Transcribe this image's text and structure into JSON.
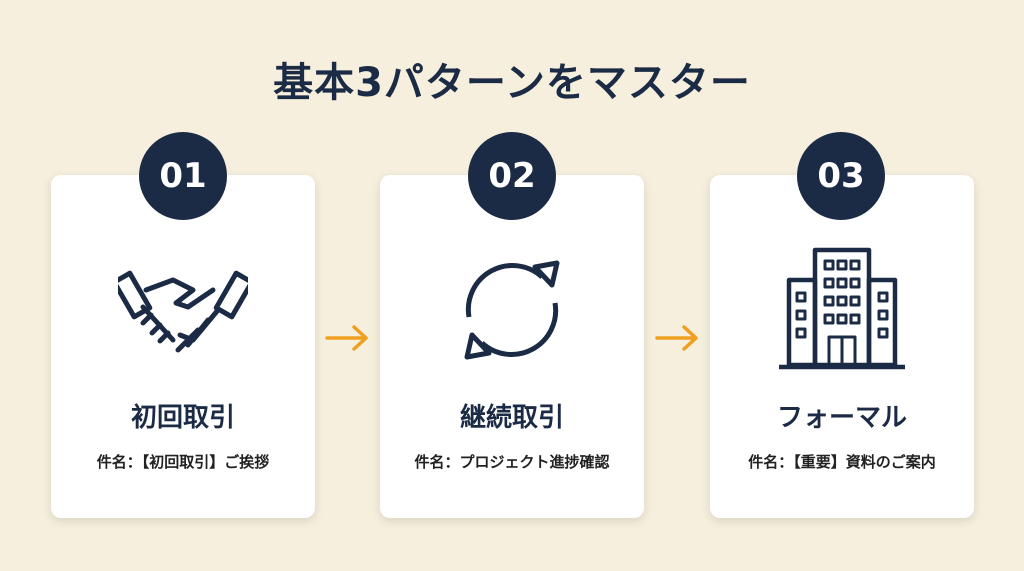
{
  "title": "基本3パターンをマスター",
  "accent": "#f0a020",
  "navy": "#1c2b45",
  "steps": [
    {
      "number": "01",
      "icon": "handshake-icon",
      "heading": "初回取引",
      "subject": "件名：【初回取引】ご挨拶"
    },
    {
      "number": "02",
      "icon": "refresh-cycle-icon",
      "heading": "継続取引",
      "subject": "件名：プロジェクト進捗確認"
    },
    {
      "number": "03",
      "icon": "office-building-icon",
      "heading": "フォーマル",
      "subject": "件名：【重要】資料のご案内"
    }
  ]
}
